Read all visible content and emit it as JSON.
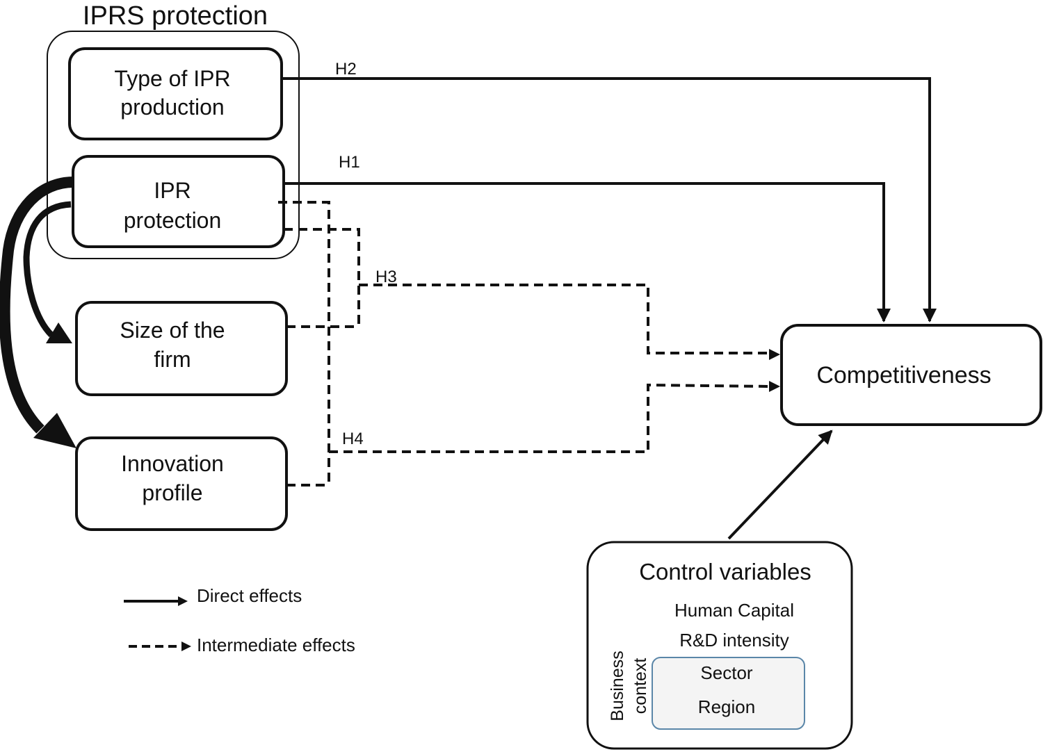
{
  "group": {
    "title": "IPRS protection"
  },
  "nodes": {
    "type_of_ipr": {
      "line1": "Type of IPR",
      "line2": "production"
    },
    "ipr_protection": {
      "line1": "IPR",
      "line2": "protection"
    },
    "size_of_firm": {
      "line1": "Size of the",
      "line2": "firm"
    },
    "innovation_profile": {
      "line1": "Innovation",
      "line2": "profile"
    },
    "competitiveness": {
      "label": "Competitiveness"
    }
  },
  "hypotheses": {
    "h1": "H1",
    "h2": "H2",
    "h3": "H3",
    "h4": "H4"
  },
  "control": {
    "title": "Control variables",
    "human_capital": "Human Capital",
    "rd_intensity": "R&D intensity",
    "business_context_line1": "Business",
    "business_context_line2": "context",
    "sector": "Sector",
    "region": "Region"
  },
  "legend": {
    "direct": "Direct effects",
    "intermediate": "Intermediate effects"
  },
  "colors": {
    "stroke": "#111111",
    "inner_box_fill": "#f4f4f4",
    "inner_box_stroke": "#5a86a8"
  }
}
